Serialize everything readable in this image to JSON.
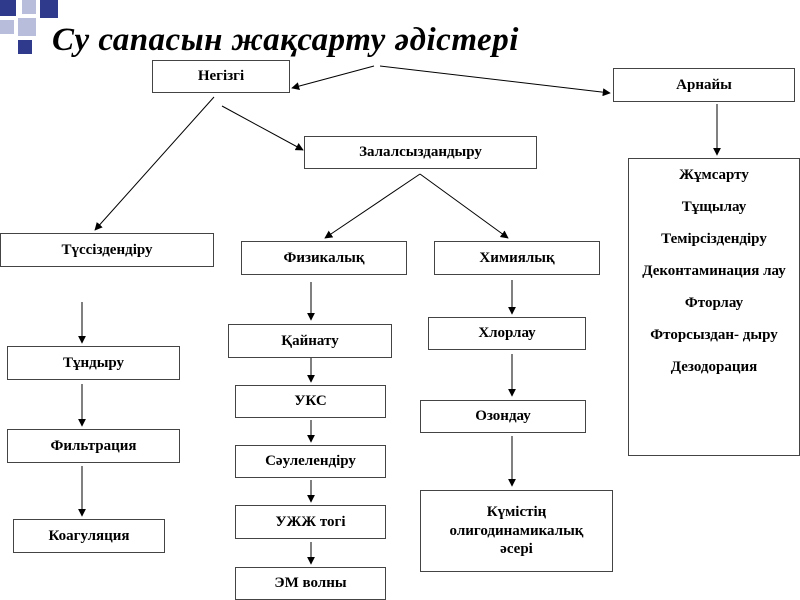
{
  "title": "Су сапасын жақсарту әдістері",
  "colors": {
    "corner_blue": "#2f3a8c",
    "corner_light": "#b8bddc",
    "line": "#000000"
  },
  "nodes": {
    "negizgi": "Негізгі",
    "arnaiy": "Арнайы",
    "zalalsyzdandyru": "Залалсыздандыру",
    "tussizdendiru": "Түссіздендіру",
    "fizikalyq": "Физикалық",
    "himiyalyq": "Химиялық",
    "tundyru": "Тұндыру",
    "filtratsiya": "Фильтрация",
    "koagulyatsiya": "Коагуляция",
    "qainatu": "Қайнату",
    "uks": "УКС",
    "saulelendiru": "Сәулелендіру",
    "uzhzh": "УЖЖ тогі",
    "em": "ЭМ волны",
    "hlorlau": "Хлорлау",
    "ozondau": "Озондау",
    "kumis": "Күмістің олигодинамикалық әсері"
  },
  "special_items": [
    "Жұмсарту",
    "Тұщылау",
    "Темірсіздендіру",
    "Деконтаминация лау",
    "Фторлау",
    "Фторсыздан- дыру",
    "Дезодорация"
  ]
}
